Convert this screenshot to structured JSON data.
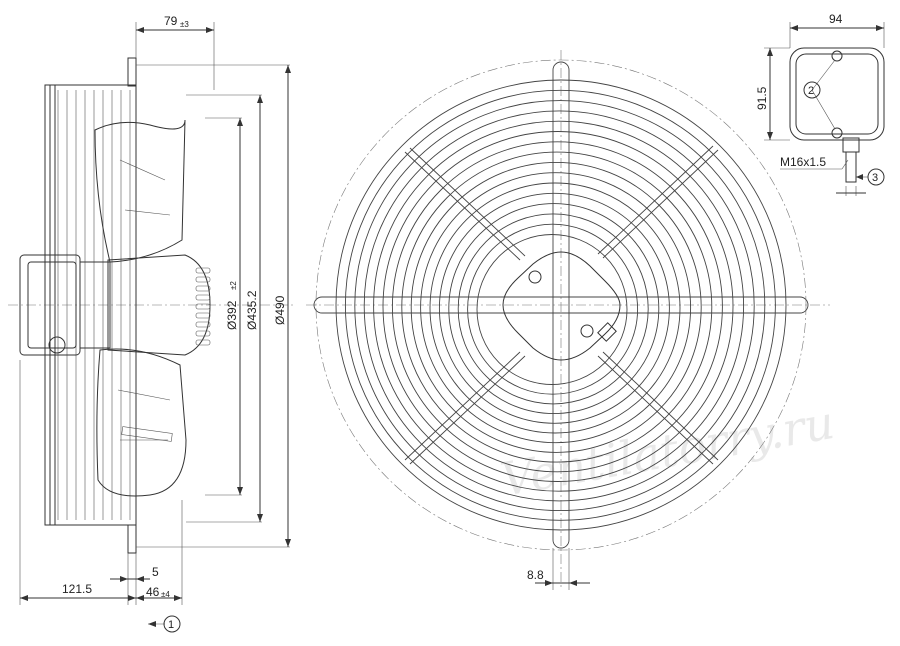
{
  "watermark": "Ventilatorry.ru",
  "side_view": {
    "dim_top": "79",
    "dim_top_tol": "±3",
    "dia_inner": "Ø392",
    "dia_inner_tol": "±2",
    "dia_mid": "Ø435.2",
    "dia_outer": "Ø490",
    "dim_5": "5",
    "dim_121": "121.5",
    "dim_46": "46",
    "dim_46_tol": "±4",
    "callout_1": "1"
  },
  "front_view": {
    "dim_bottom": "8.8"
  },
  "terminal_box": {
    "width": "94",
    "height": "91.5",
    "thread": "M16x1.5",
    "callout_2": "2",
    "callout_3": "3"
  }
}
